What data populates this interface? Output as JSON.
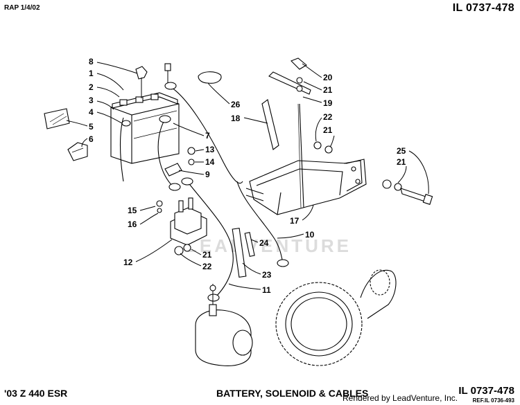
{
  "header": {
    "left_code": "RAP 1/4/02",
    "right_code": "IL 0737-478"
  },
  "footer": {
    "model": "'03 Z 440 ESR",
    "title": "BATTERY, SOLENOID & CABLES",
    "rendered_by": "Rendered by LeadVenture, Inc.",
    "code": "IL 0737-478",
    "ref": "REF.IL 0736-493"
  },
  "watermark": "LEADVENTURE",
  "callouts": [
    "8",
    "1",
    "2",
    "3",
    "4",
    "5",
    "6",
    "7",
    "13",
    "14",
    "9",
    "15",
    "16",
    "12",
    "21",
    "22",
    "26",
    "18",
    "20",
    "21",
    "19",
    "22",
    "21",
    "25",
    "21",
    "17",
    "10",
    "24",
    "23",
    "11"
  ]
}
